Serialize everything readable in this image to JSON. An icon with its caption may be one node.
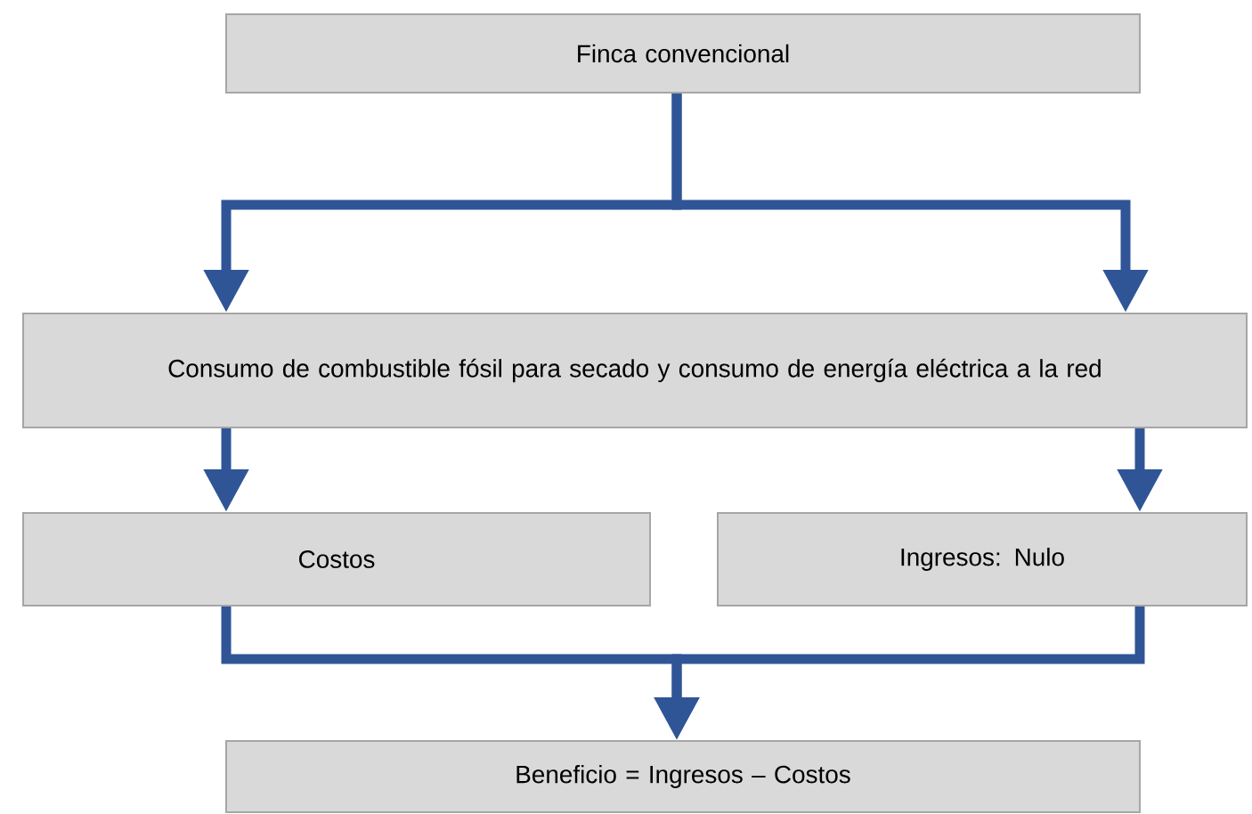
{
  "diagram": {
    "nodes": [
      {
        "text": [
          "Finca convencional"
        ]
      },
      {
        "text": [
          "Consumo de combustible fósil para secado y consumo de energía eléctrica a la red"
        ]
      },
      {
        "text": [
          "Costos"
        ]
      },
      {
        "text": [
          "Ingresos: Nulo"
        ]
      },
      {
        "text": [
          "Beneficio = Ingresos – Costos"
        ]
      }
    ],
    "edges": [
      {
        "from": 0,
        "to": 1,
        "arrow": "to"
      },
      {
        "from": 0,
        "to": 1,
        "arrow": "to"
      },
      {
        "from": 1,
        "to": 2,
        "arrow": "to"
      },
      {
        "from": 1,
        "to": 3,
        "arrow": "to"
      },
      {
        "from": 2,
        "to": 4,
        "arrow": "to"
      },
      {
        "from": 3,
        "to": 4,
        "arrow": "to"
      }
    ]
  }
}
